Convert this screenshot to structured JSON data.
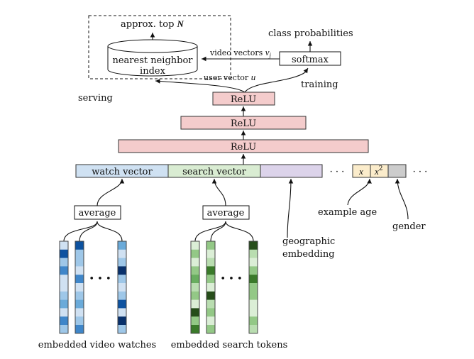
{
  "serving": {
    "label": "serving",
    "top_n_label": "approx. top ",
    "top_n_var": "N",
    "index_line1": "nearest neighbor",
    "index_line2": "index"
  },
  "training": {
    "label": "training",
    "softmax_label": "softmax",
    "class_prob_label": "class probabilities"
  },
  "edges": {
    "video_vectors_label": "video vectors ",
    "video_vectors_var": "v",
    "video_vectors_sub": "j",
    "user_vector_label": "user vector ",
    "user_vector_var": "u"
  },
  "relu_layers": [
    {
      "label": "ReLU"
    },
    {
      "label": "ReLU"
    },
    {
      "label": "ReLU"
    }
  ],
  "input_vector": {
    "watch_label": "watch vector",
    "search_label": "search vector",
    "ellipsis": "· · ·",
    "age_x": "x",
    "age_x2_base": "x",
    "age_x2_exp": "2",
    "trailing_ellipsis": "· · ·",
    "colors": {
      "watch": "#cfe1f2",
      "search": "#d9ecd2",
      "geo": "#dcd3ea",
      "age": "#fbeccb",
      "gender": "#cccccc",
      "relu": "#f4cccc"
    }
  },
  "annotations": {
    "geographic_line1": "geographic",
    "geographic_line2": "embedding",
    "example_age": "example age",
    "gender": "gender"
  },
  "watches": {
    "average_label": "average",
    "caption": "embedded video watches",
    "ellipsis": "• • •",
    "columns": [
      [
        "#d0e1f2",
        "#0d52a0",
        "#9ec7e8",
        "#3f86c9",
        "#d0e1f2",
        "#d0e1f2",
        "#9ec7e8",
        "#6aaad9",
        "#d0e1f2",
        "#3f86c9",
        "#9ec7e8"
      ],
      [
        "#0d52a0",
        "#9ec7e8",
        "#9ec7e8",
        "#d0e1f2",
        "#3f86c9",
        "#d0e1f2",
        "#9ec7e8",
        "#6aaad9",
        "#d0e1f2",
        "#9ec7e8",
        "#3f86c9"
      ],
      [
        "#6aaad9",
        "#d0e1f2",
        "#9ec7e8",
        "#08306b",
        "#9ec7e8",
        "#d0e1f2",
        "#9ec7e8",
        "#0d52a0",
        "#d0e1f2",
        "#08306b",
        "#9ec7e8"
      ]
    ]
  },
  "search": {
    "average_label": "average",
    "caption": "embedded search tokens",
    "ellipsis": "• • •",
    "columns": [
      [
        "#dbeed6",
        "#93c886",
        "#dbeed6",
        "#93c886",
        "#68ad5f",
        "#b9ddb0",
        "#93c886",
        "#dbeed6",
        "#264d1a",
        "#93c886",
        "#3a7a2a"
      ],
      [
        "#93c886",
        "#dbeed6",
        "#b9ddb0",
        "#3a7a2a",
        "#93c886",
        "#dbeed6",
        "#264d1a",
        "#b9ddb0",
        "#93c886",
        "#dbeed6",
        "#93c886"
      ],
      [
        "#264d1a",
        "#b9ddb0",
        "#dbeed6",
        "#93c886",
        "#3a7a2a",
        "#93c886",
        "#93c886",
        "#dbeed6",
        "#dbeed6",
        "#93c886",
        "#b9ddb0"
      ]
    ]
  }
}
